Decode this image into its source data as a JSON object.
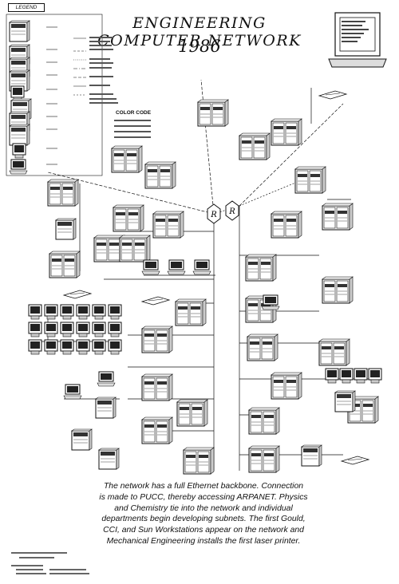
{
  "title": "ENGINEERING COMPUTER NETWORK",
  "year": "1986",
  "legend": {
    "heading": "LEGEND",
    "color_code_heading": "COLOR CODE"
  },
  "caption": [
    "The network has a full Ethernet backbone.  Connection",
    "is made to PUCC, thereby accessing ARPANET.  Physics",
    "and Chemistry tie into the network and individual",
    "departments begin developing subnets.  The first Gould,",
    "CCI, and Sun Workstations appear on the network and",
    "Mechanical Engineering installs the first laser printer."
  ],
  "router_label": "R",
  "colors": {
    "ink": "#111111",
    "paper": "#ffffff",
    "fill": "#dddddd",
    "dark": "#333333"
  }
}
